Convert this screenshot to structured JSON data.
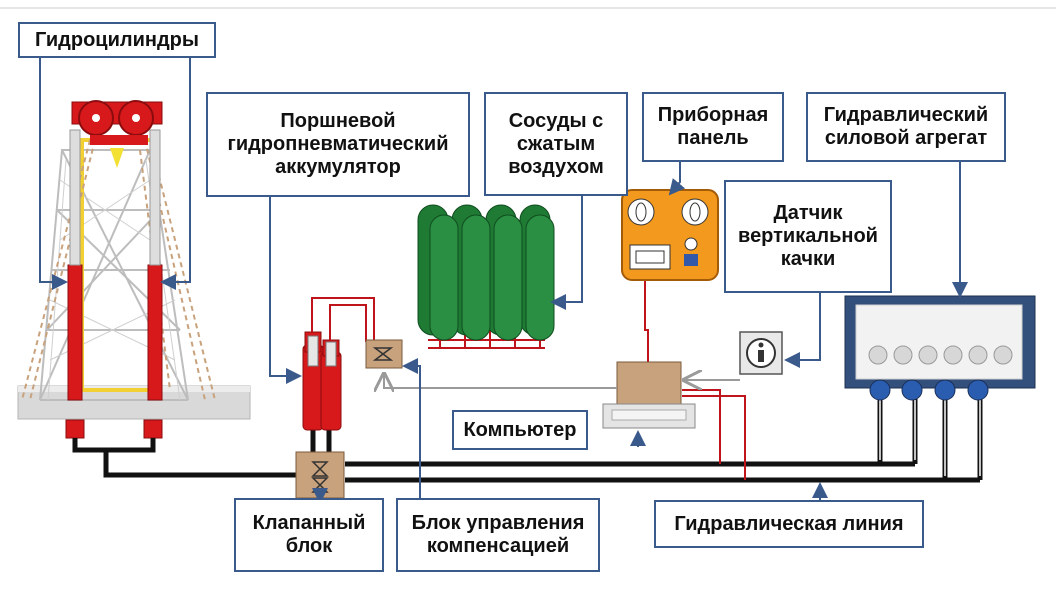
{
  "labels": {
    "hydrocylinders": "Гидроцилиндры",
    "accumulator": [
      "Поршневой",
      "гидропневматический",
      "аккумулятор"
    ],
    "air_vessels": [
      "Сосуды с",
      "сжатым",
      "воздухом"
    ],
    "instrument_panel": [
      "Приборная",
      "панель"
    ],
    "power_unit": [
      "Гидравлический",
      "силовой агрегат"
    ],
    "heave_sensor": [
      "Датчик",
      "вертикальной",
      "качки"
    ],
    "computer": "Компьютер",
    "valve_block": [
      "Клапанный",
      "блок"
    ],
    "compensation_control": [
      "Блок управления",
      "компенсацией"
    ],
    "hydraulic_line": "Гидравлическая линия"
  },
  "colors": {
    "label_border": "#3a5a8c",
    "callout_line": "#3a5a8c",
    "hydraulic_line": "#111111",
    "signal_line": "#c0141c",
    "control_line": "#9a9a9a",
    "cylinder": "#d7191c",
    "air_vessel": "#1f7a34",
    "panel": "#f39a1e",
    "power_unit": "#33507c",
    "box": "#c8a27c"
  },
  "icons": {
    "sensor": "info-icon",
    "valve": "valve-icon"
  }
}
